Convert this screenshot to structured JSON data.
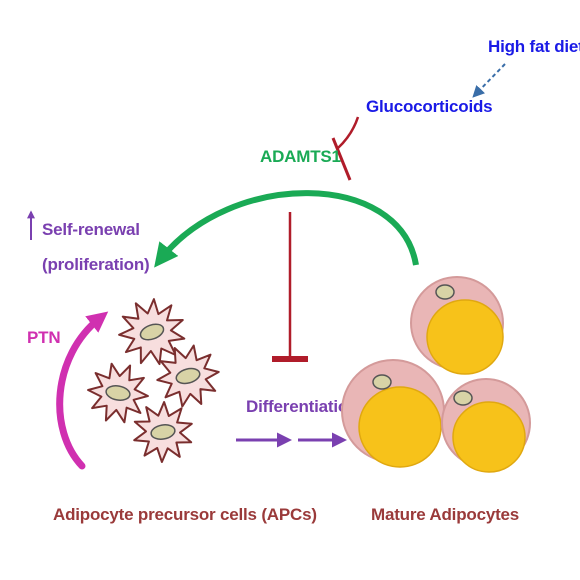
{
  "labels": {
    "high_fat_diet": "High fat diet",
    "glucocorticoids": "Glucocorticoids",
    "adamts1": "ADAMTS1",
    "self_renewal_line1": "Self-renewal",
    "self_renewal_line2": "(proliferation)",
    "ptn": "PTN",
    "differentiation": "Differentiation",
    "apc_caption": "Adipocyte precursor cells (APCs)",
    "mature_caption": "Mature Adipocytes"
  },
  "colors": {
    "blue_text": "#1a1ae6",
    "dashed_arrow": "#3a6ea8",
    "green": "#1aaa55",
    "inhibit_red": "#b01c2a",
    "purple": "#7a40b0",
    "magenta": "#d030b0",
    "apc_text": "#9a3a3a",
    "cell_outline": "#7a2e2e",
    "cell_fill": "#f7dede",
    "nucleus": "#d8d3a6",
    "adipocyte_outer": "#e9b6b6",
    "lipid_droplet": "#f7c21a"
  },
  "icons": {
    "self_renewal_up": "up-arrow-icon"
  }
}
